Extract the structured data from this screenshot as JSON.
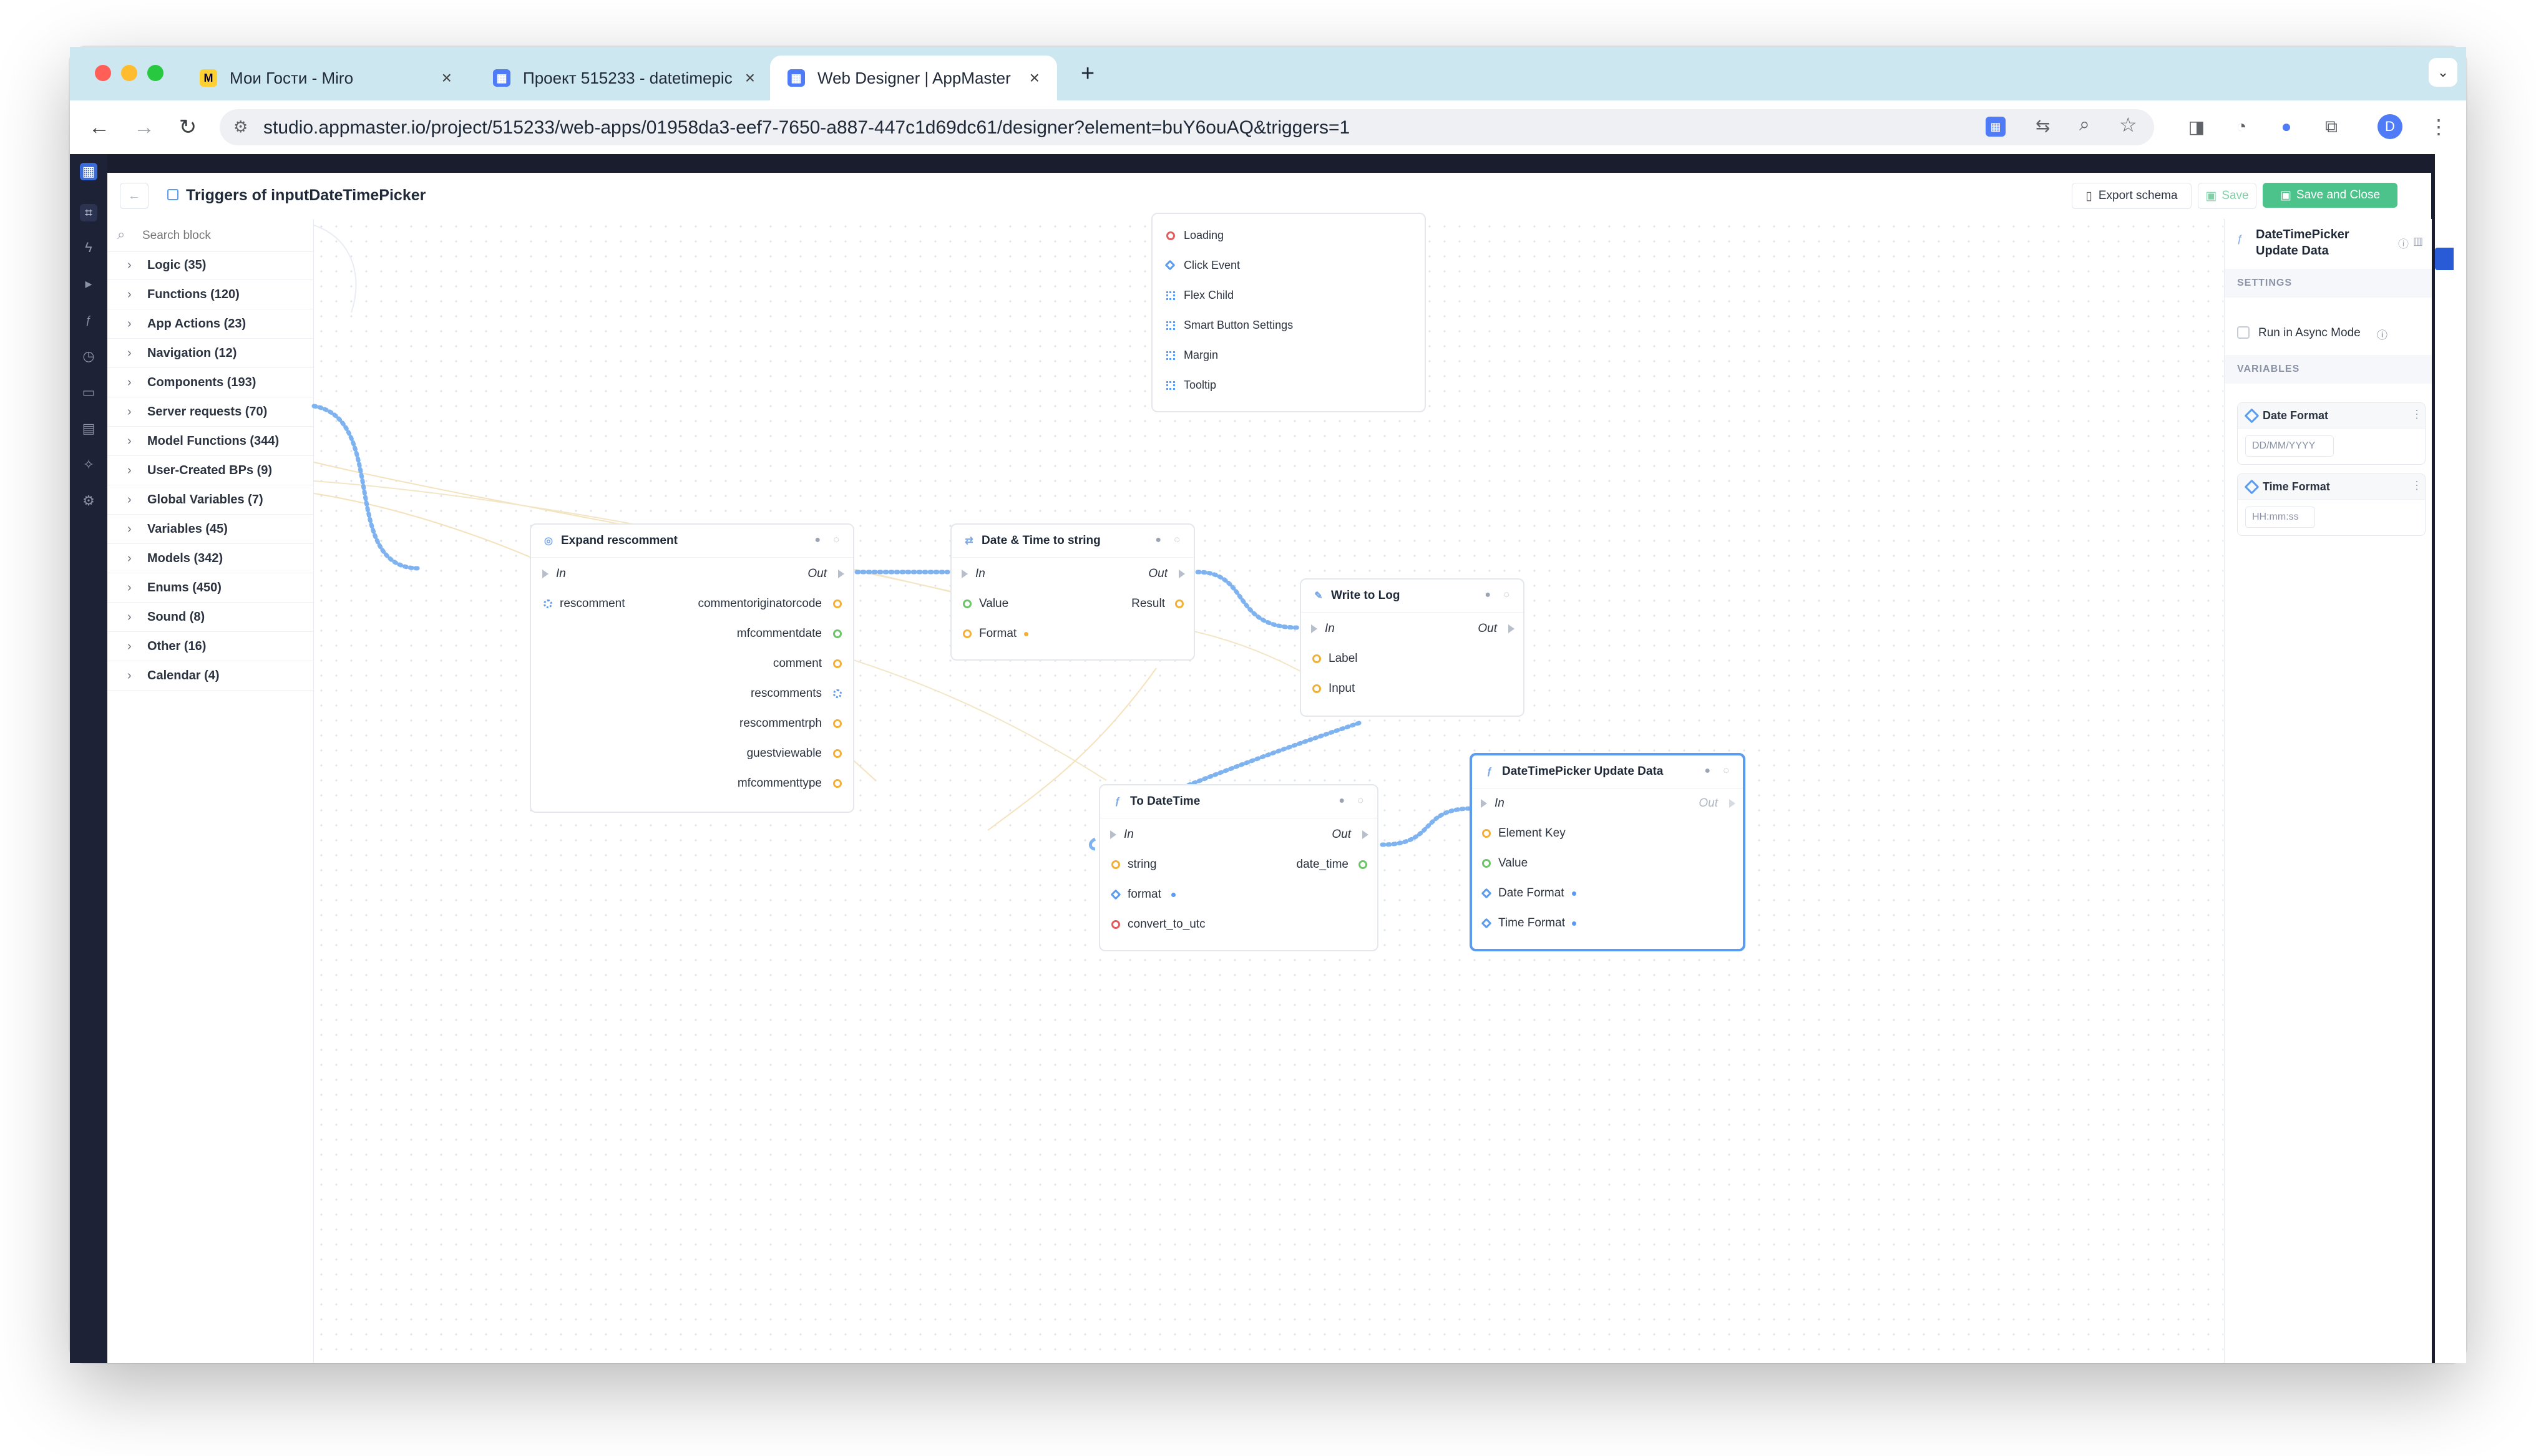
{
  "browser": {
    "tabs": [
      {
        "title": "Мои Гости - Miro",
        "active": false
      },
      {
        "title": "Проект 515233 - datetimepic",
        "active": false
      },
      {
        "title": "Web Designer | AppMaster",
        "active": true
      }
    ],
    "new_tab": "+",
    "close_glyph": "×",
    "url": "studio.appmaster.io/project/515233/web-apps/01958da3-eef7-7650-a887-447c1d69dc61/designer?element=buY6ouAQ&triggers=1",
    "profile_initial": "D"
  },
  "modal": {
    "title": "Triggers of inputDateTimePicker",
    "export_label": "Export schema",
    "save_label": "Save",
    "save_close_label": "Save and Close"
  },
  "sidebar": {
    "search_placeholder": "Search block",
    "items": [
      {
        "label": "Logic (35)"
      },
      {
        "label": "Functions (120)"
      },
      {
        "label": "App Actions (23)"
      },
      {
        "label": "Navigation (12)"
      },
      {
        "label": "Components (193)"
      },
      {
        "label": "Server requests (70)"
      },
      {
        "label": "Model Functions (344)"
      },
      {
        "label": "User-Created BPs (9)"
      },
      {
        "label": "Global Variables (7)"
      },
      {
        "label": "Variables (45)"
      },
      {
        "label": "Models (342)"
      },
      {
        "label": "Enums (450)"
      },
      {
        "label": "Sound (8)"
      },
      {
        "label": "Other (16)"
      },
      {
        "label": "Calendar (4)"
      }
    ]
  },
  "canvas": {
    "list_block": {
      "items": [
        "Loading",
        "Click Event",
        "Flex Child",
        "Smart Button Settings",
        "Margin",
        "Tooltip"
      ]
    },
    "nodes": {
      "expand": {
        "title": "Expand rescomment",
        "in": "In",
        "out": "Out",
        "input_port": "rescomment",
        "outputs": [
          "commentoriginatorcode",
          "mfcommentdate",
          "comment",
          "rescomments",
          "rescommentrph",
          "guestviewable",
          "mfcommenttype"
        ]
      },
      "dt2str": {
        "title": "Date & Time to string",
        "in": "In",
        "out": "Out",
        "inputs": [
          "Value",
          "Format"
        ],
        "output": "Result"
      },
      "log": {
        "title": "Write to Log",
        "in": "In",
        "out": "Out",
        "inputs": [
          "Label",
          "Input"
        ]
      },
      "todt": {
        "title": "To DateTime",
        "in": "In",
        "out": "Out",
        "inputs": [
          "string",
          "format",
          "convert_to_utc"
        ],
        "output": "date_time"
      },
      "update": {
        "title": "DateTimePicker Update Data",
        "in": "In",
        "out": "Out",
        "inputs": [
          "Element Key",
          "Value",
          "Date Format",
          "Time Format"
        ]
      }
    }
  },
  "right_panel": {
    "title_line1": "DateTimePicker",
    "title_line2": "Update Data",
    "settings_heading": "SETTINGS",
    "async_label": "Run in Async Mode",
    "variables_heading": "VARIABLES",
    "variables": [
      {
        "name": "Date Format",
        "value": "DD/MM/YYYY"
      },
      {
        "name": "Time Format",
        "value": "HH:mm:ss"
      }
    ]
  },
  "colors": {
    "accent_green": "#4cc38a",
    "wire_blue": "#7fb3f0",
    "node_selected": "#5b9bf0"
  }
}
